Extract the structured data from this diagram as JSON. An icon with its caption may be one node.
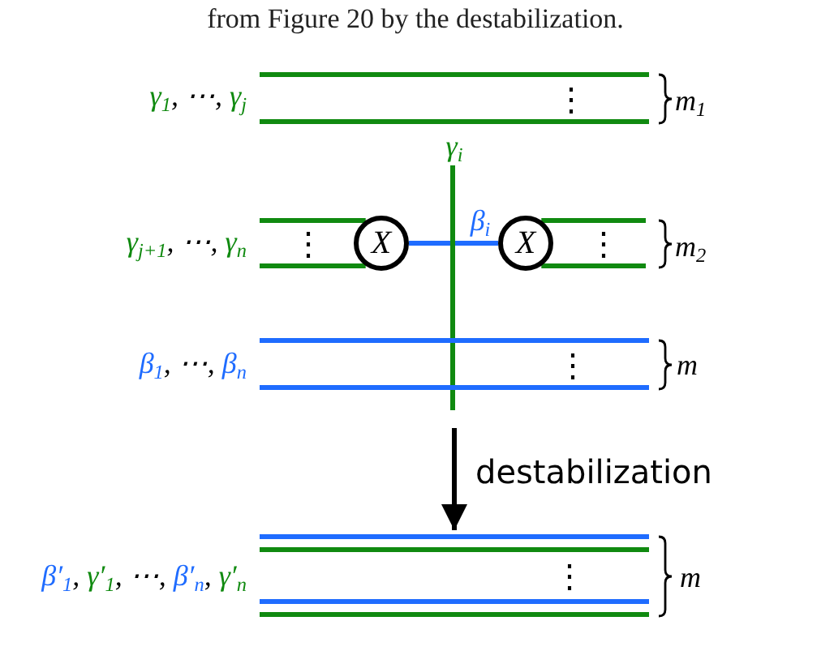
{
  "diagram": {
    "caption": "from Figure 20 by the destabilization.",
    "nodes": [
      {
        "text": [],
        "shape": "picture"
      },
      {
        "text": [
          "X"
        ],
        "in": 0
      },
      {
        "text": [
          "X"
        ],
        "in": 0
      },
      {
        "text": [],
        "shape": "picture"
      }
    ],
    "edges": [
      {
        "from": 0,
        "to": 3,
        "arrow": "to",
        "label": "destabilization",
        "color": "#000000"
      },
      {
        "from": 1,
        "to": 2,
        "arrow": "none",
        "label": "β$_{i}$",
        "color": "#1f6cff"
      },
      {
        "from": null,
        "to": 1,
        "arrow": "none"
      },
      {
        "from": null,
        "to": 1,
        "arrow": "none"
      },
      {
        "from": 2,
        "to": null,
        "arrow": "none"
      },
      {
        "from": 2,
        "to": null,
        "arrow": "none"
      }
    ],
    "labels": [
      "γ$_{1}$, ⋯, γ$_{j}$",
      "⋮",
      "m$_{1}$",
      "γ$_{i}$",
      "γ$_{j+1}$, ⋯, γ$_{n}$",
      "⋮",
      "⋮",
      "m$_{2}$",
      "β$_{1}$, ⋯, β$_{n}$",
      "⋮",
      "m",
      "β′$_{1}$, γ′$_{1}$, ⋯, β′$_{n}$, γ′$_{n}$",
      "⋮",
      "m"
    ]
  }
}
